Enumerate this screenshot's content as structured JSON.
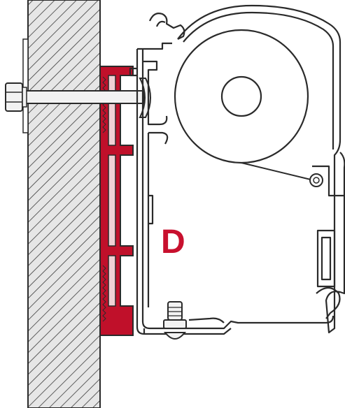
{
  "diagram": {
    "label": "D",
    "label_color": "#c8102e",
    "colors": {
      "outline": "#2a2a2a",
      "wall_fill": "#e6e6e6",
      "bracket_fill": "#c0102a",
      "bracket_highlight": "#f0d0d4",
      "bolt_fill": "#f2f2f2",
      "roller_fill": "#ffffff"
    },
    "parts": [
      "wall",
      "adapter-bracket",
      "mounting-bolt",
      "awning-rail",
      "awning-cassette",
      "fabric-roller",
      "lower-clamp-screw"
    ]
  }
}
